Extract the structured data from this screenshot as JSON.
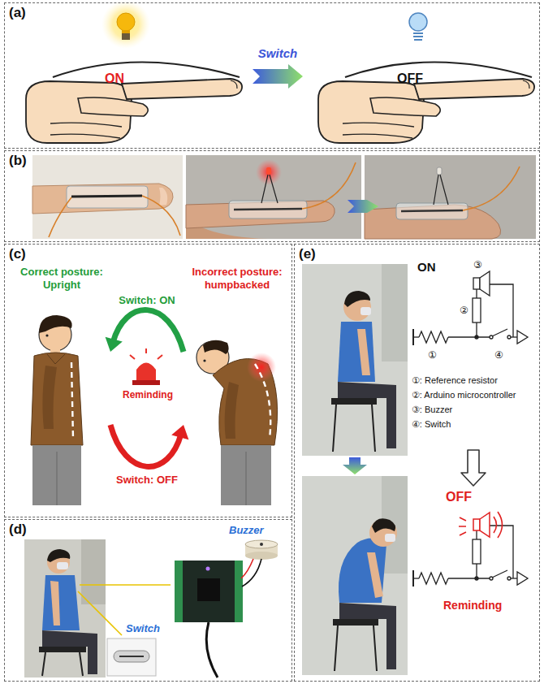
{
  "diagram": {
    "nodes": [
      {
        "text": [
          "(a)"
        ]
      },
      {
        "text": [
          "ON"
        ],
        "in": 0
      },
      {
        "text": [
          "OFF"
        ],
        "in": 0
      },
      {
        "text": [
          "(b)"
        ]
      },
      {
        "text": [
          "(c)"
        ]
      },
      {
        "text": [
          "Correct posture: Upright"
        ],
        "in": 4
      },
      {
        "text": [
          "Incorrect posture: humpbacked"
        ],
        "in": 4
      },
      {
        "text": [
          "(d)"
        ]
      },
      {
        "text": [
          "(e)"
        ]
      },
      {
        "text": [
          "ON"
        ],
        "in": 8
      },
      {
        "text": [
          "OFF",
          "Reminding"
        ],
        "in": 8
      }
    ],
    "edges": [
      {
        "from": 1,
        "to": 2,
        "label": "Switch",
        "arrow": "to"
      },
      {
        "from": 5,
        "to": 6,
        "label": "Switch: OFF",
        "arrow": "to"
      },
      {
        "from": 6,
        "to": 5,
        "label": "Switch: ON",
        "arrow": "to"
      },
      {
        "from": 9,
        "to": 10,
        "arrow": "to"
      }
    ],
    "labels": [
      "Reminding",
      "Buzzer",
      "Switch",
      "③",
      "②",
      "①",
      "④",
      "①: Reference resistor",
      "②: Arduino microcontroller",
      "③: Buzzer",
      "④: Switch"
    ]
  }
}
